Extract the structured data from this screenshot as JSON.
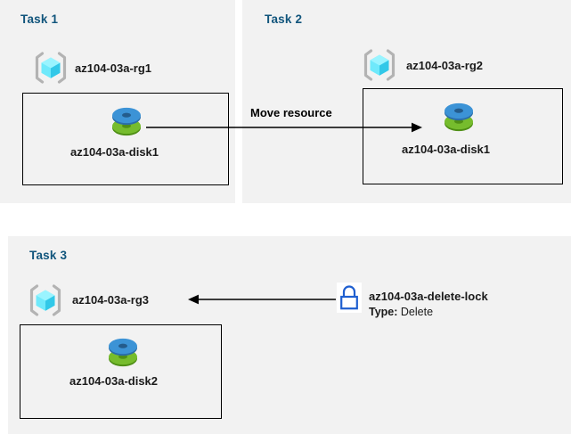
{
  "diagram": {
    "title": "Azure resource group tasks diagram",
    "background": "#ffffff",
    "panel_color": "#f2f2f2",
    "task_label_color": "#11557c",
    "accent_lock_color": "#1f5fd0",
    "disk_top_color": "#3c93d6",
    "disk_bottom_color": "#6db52e",
    "cube_color": "#50e6ff",
    "bracket_color": "#b3b3b3"
  },
  "panels": [
    {
      "id": "task1",
      "label": "Task 1"
    },
    {
      "id": "task2",
      "label": "Task 2"
    },
    {
      "id": "task3",
      "label": "Task 3"
    }
  ],
  "task1": {
    "resource_group": {
      "name": "az104-03a-rg1",
      "icon": "resource-group-icon"
    },
    "disk": {
      "name": "az104-03a-disk1",
      "icon": "disk-icon"
    }
  },
  "task2": {
    "resource_group": {
      "name": "az104-03a-rg2",
      "icon": "resource-group-icon"
    },
    "disk": {
      "name": "az104-03a-disk1",
      "icon": "disk-icon"
    }
  },
  "task3": {
    "resource_group": {
      "name": "az104-03a-rg3",
      "icon": "resource-group-icon"
    },
    "disk": {
      "name": "az104-03a-disk2",
      "icon": "disk-icon"
    },
    "lock": {
      "name": "az104-03a-delete-lock",
      "type_label": "Type:",
      "type_value": "Delete",
      "icon": "lock-icon"
    }
  },
  "edges": [
    {
      "id": "move-resource",
      "label": "Move resource",
      "direction": "right"
    },
    {
      "id": "lock-applies-to-rg3",
      "label": "",
      "direction": "left"
    }
  ]
}
